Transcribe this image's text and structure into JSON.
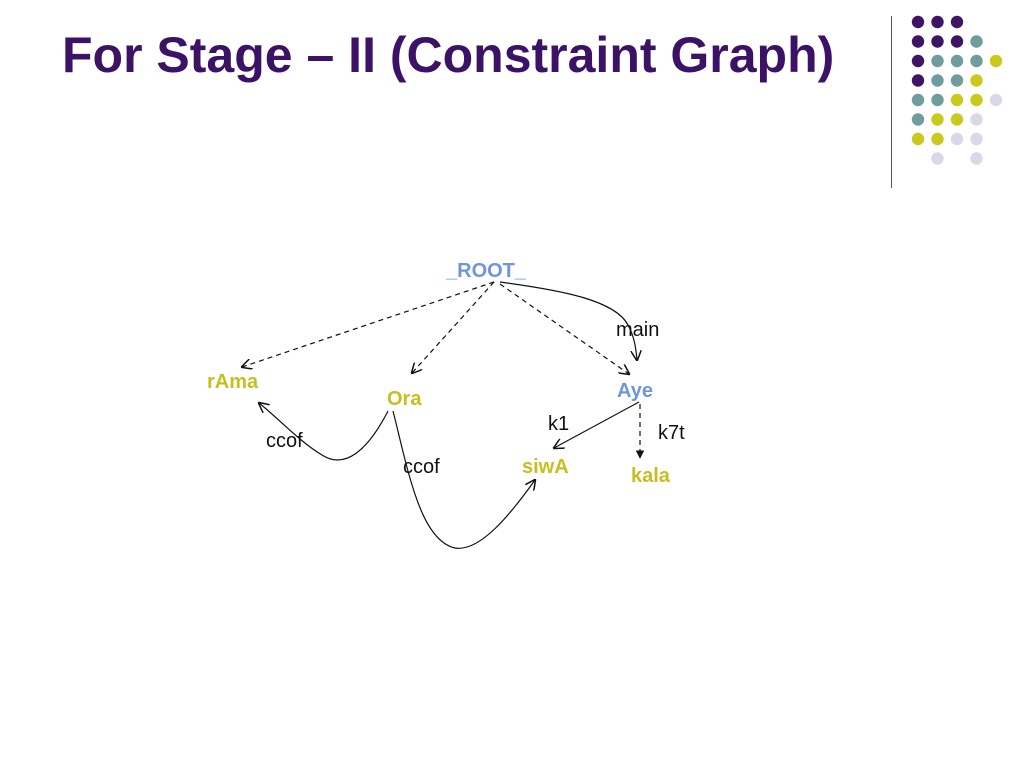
{
  "title": "For Stage – II (Constraint Graph)",
  "colors": {
    "title": "#3b1265",
    "root_node": "#6f95e0",
    "noun_node": "#c6bf1f",
    "verb_node": "#6f95e0",
    "deco_purple": "#3f1466",
    "deco_teal": "#6f9c9c",
    "deco_yellow": "#c9c91e",
    "deco_lavender": "#d9d8e8"
  },
  "decoration": {
    "dot_grid": [
      [
        "purple",
        "purple",
        "purple",
        "",
        ""
      ],
      [
        "purple",
        "purple",
        "purple",
        "teal",
        ""
      ],
      [
        "purple",
        "teal",
        "teal",
        "teal",
        "yellow"
      ],
      [
        "purple",
        "teal",
        "teal",
        "yellow",
        ""
      ],
      [
        "teal",
        "teal",
        "yellow",
        "yellow",
        "lavender"
      ],
      [
        "teal",
        "yellow",
        "yellow",
        "lavender",
        ""
      ],
      [
        "yellow",
        "yellow",
        "lavender",
        "lavender",
        ""
      ],
      [
        "",
        "lavender",
        "",
        "lavender",
        ""
      ]
    ]
  },
  "graph": {
    "nodes": {
      "root": "_ROOT_",
      "rama": "rAma",
      "ora": "Ora",
      "aye": "Aye",
      "siwa": "siwA",
      "kala": "kala"
    },
    "edge_labels": {
      "main": "main",
      "k1": "k1",
      "k7t": "k7t",
      "ccof_left": "ccof",
      "ccof_right": "ccof"
    }
  }
}
